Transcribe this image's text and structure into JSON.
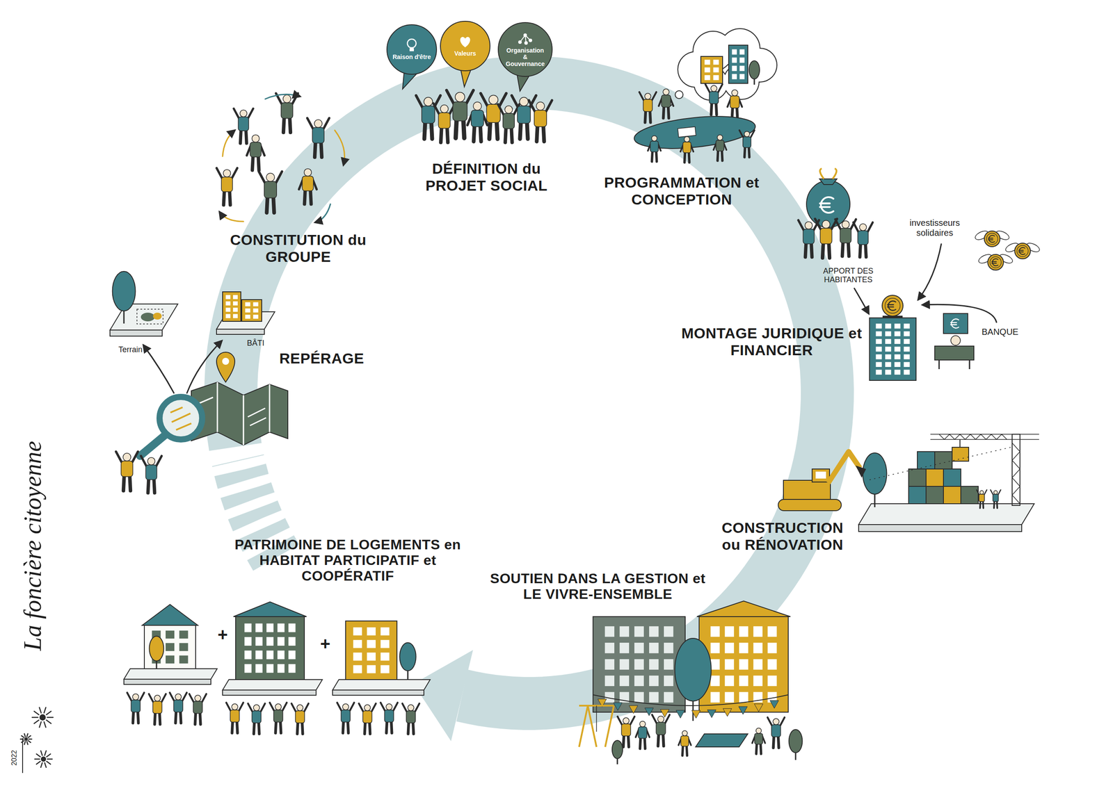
{
  "diagram": {
    "nodes": [
      {
        "text": [
          "Raison d'être"
        ]
      },
      {
        "text": [
          "Valeurs"
        ]
      },
      {
        "text": [
          "Organisation & Gouvernance"
        ]
      }
    ],
    "labels": [
      "DÉFINITION du PROJET SOCIAL",
      "PROGRAMMATION et CONCEPTION",
      "investisseurs solidaires",
      "APPORT DES HABITANTES",
      "MONTAGE JURIDIQUE et FINANCIER",
      "BANQUE",
      "CONSTRUCTION ou RÉNOVATION",
      "SOUTIEN DANS LA GESTION et LE VIVRE-ENSEMBLE",
      "PATRIMOINE DE LOGEMENTS en HABITAT PARTICIPATIF et COOPÉRATIF",
      "+",
      "+",
      "CONSTITUTION du GROUPE",
      "REPÉRAGE",
      "Terrain",
      "BÂTI",
      "La foncière citoyenne",
      "2022"
    ]
  }
}
